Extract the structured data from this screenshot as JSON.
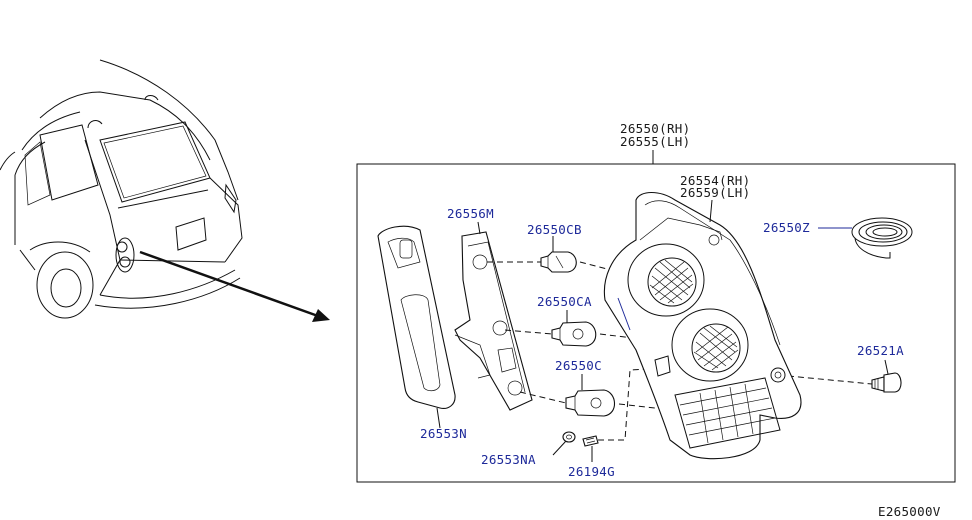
{
  "assembly": {
    "part_rh": "26550(RH)",
    "part_lh": "26555(LH)"
  },
  "housing": {
    "part_rh": "26554(RH)",
    "part_lh": "26559(LH)"
  },
  "parts": {
    "seal": "26550Z",
    "socket_plate": "26556M",
    "bulb_cb": "26550CB",
    "bulb_ca": "26550CA",
    "bulb_c": "26550C",
    "screw": "26521A",
    "reflector": "26553N",
    "washer": "26553NA",
    "clip": "26194G"
  },
  "diagram_code": "E265000V"
}
